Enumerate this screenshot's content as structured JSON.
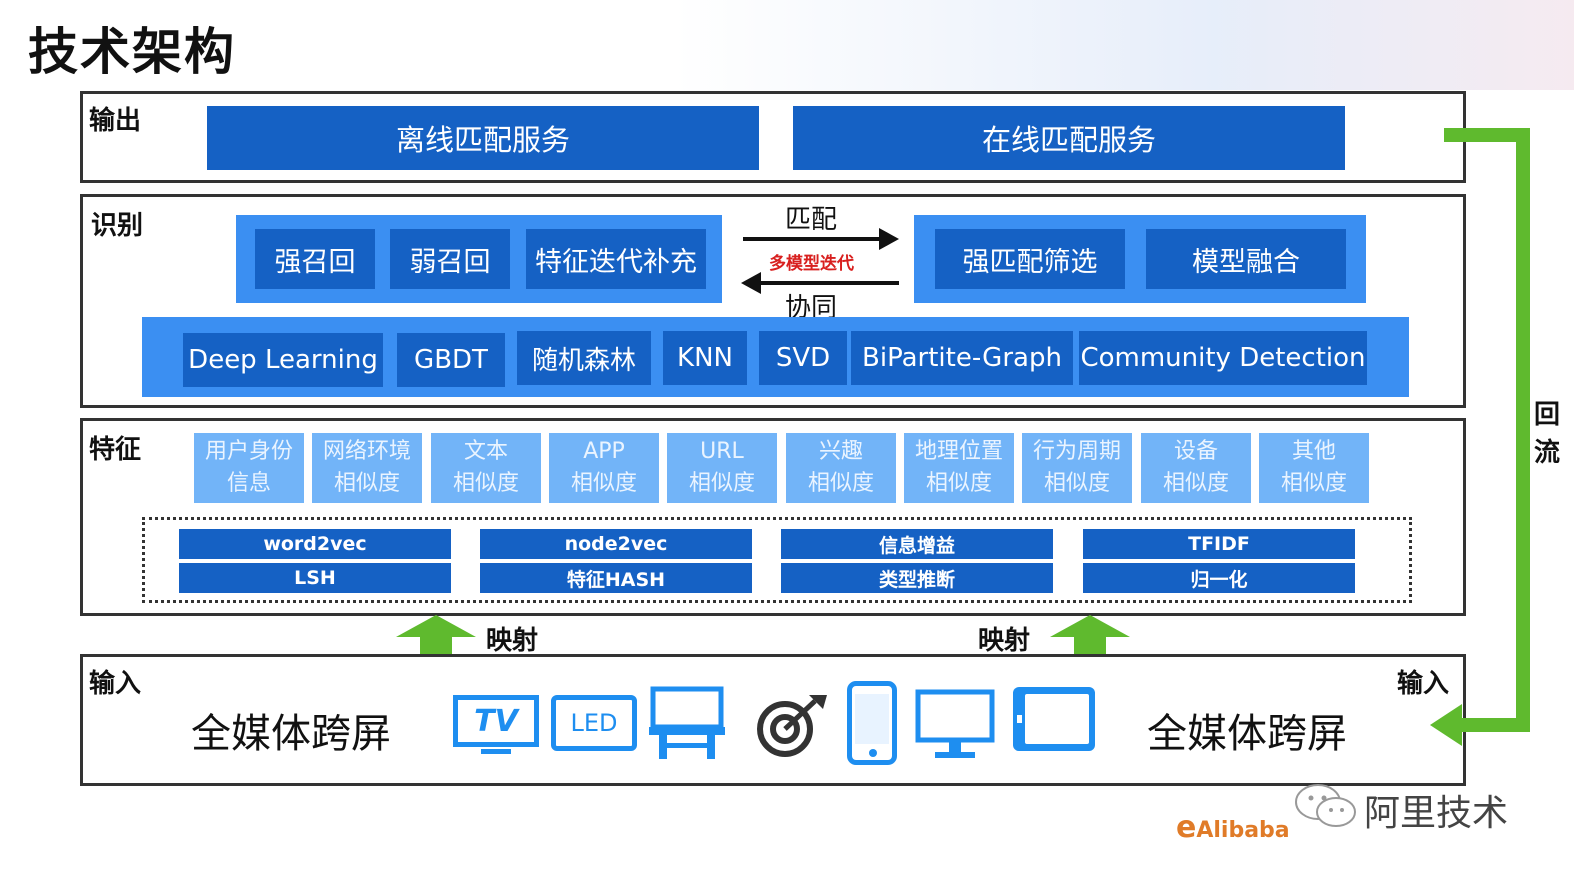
{
  "title": "技术架构",
  "output": {
    "label": "输出",
    "offline": "离线匹配服务",
    "online": "在线匹配服务"
  },
  "identify": {
    "label": "识别",
    "recall": [
      "强召回",
      "弱召回",
      "特征迭代补充"
    ],
    "match_top": "匹配",
    "match_mid": "多模型迭代",
    "match_bottom": "协同",
    "right": [
      "强匹配筛选",
      "模型融合"
    ],
    "algorithms": [
      "Deep Learning",
      "GBDT",
      "随机森林",
      "KNN",
      "SVD",
      "BiPartite-Graph",
      "Community Detection"
    ]
  },
  "features": {
    "label": "特征",
    "items": [
      [
        "用户身份",
        "信息"
      ],
      [
        "网络环境",
        "相似度"
      ],
      [
        "文本",
        "相似度"
      ],
      [
        "APP",
        "相似度"
      ],
      [
        "URL",
        "相似度"
      ],
      [
        "兴趣",
        "相似度"
      ],
      [
        "地理位置",
        "相似度"
      ],
      [
        "行为周期",
        "相似度"
      ],
      [
        "设备",
        "相似度"
      ],
      [
        "其他",
        "相似度"
      ]
    ],
    "techniques": [
      [
        "word2vec",
        "LSH"
      ],
      [
        "node2vec",
        "特征HASH"
      ],
      [
        "信息增益",
        "类型推断"
      ],
      [
        "TFIDF",
        "归一化"
      ]
    ]
  },
  "mapping": {
    "left": "映射",
    "right": "映射"
  },
  "input": {
    "label_left": "输入",
    "label_right": "输入",
    "text_left": "全媒体跨屏",
    "text_right": "全媒体跨屏",
    "tv": "TV",
    "led": "LED"
  },
  "feedback": [
    "回",
    "流"
  ],
  "watermark": {
    "wechat": "阿里技术",
    "brand": "Alibaba"
  },
  "colors": {
    "dark_blue": "#1561c4",
    "mid_blue": "#3b8ff2",
    "light_blue": "#72b4f8",
    "green": "#5fba2e"
  }
}
